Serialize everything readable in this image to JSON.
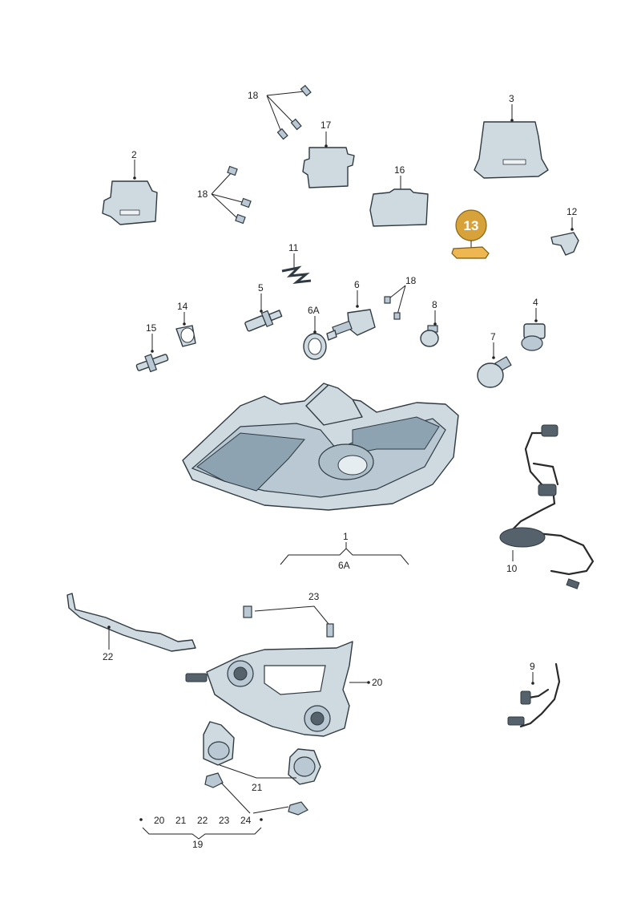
{
  "labels": {
    "p1": "1",
    "p1_sub": "6A",
    "p2": "2",
    "p3": "3",
    "p4": "4",
    "p5": "5",
    "p6": "6",
    "p6a": "6A",
    "p7": "7",
    "p8": "8",
    "p9": "9",
    "p10": "10",
    "p11": "11",
    "p12": "12",
    "p13": "13",
    "p14": "14",
    "p15": "15",
    "p16": "16",
    "p17": "17",
    "p18a": "18",
    "p18b": "18",
    "p18c": "18",
    "p20": "20",
    "p21": "21",
    "p22": "22",
    "p23": "23",
    "p19": "19",
    "kit_items": [
      "20",
      "21",
      "22",
      "23",
      "24"
    ]
  },
  "colors": {
    "part_fill": "#cfd9e0",
    "highlight": "#d8a23a"
  }
}
